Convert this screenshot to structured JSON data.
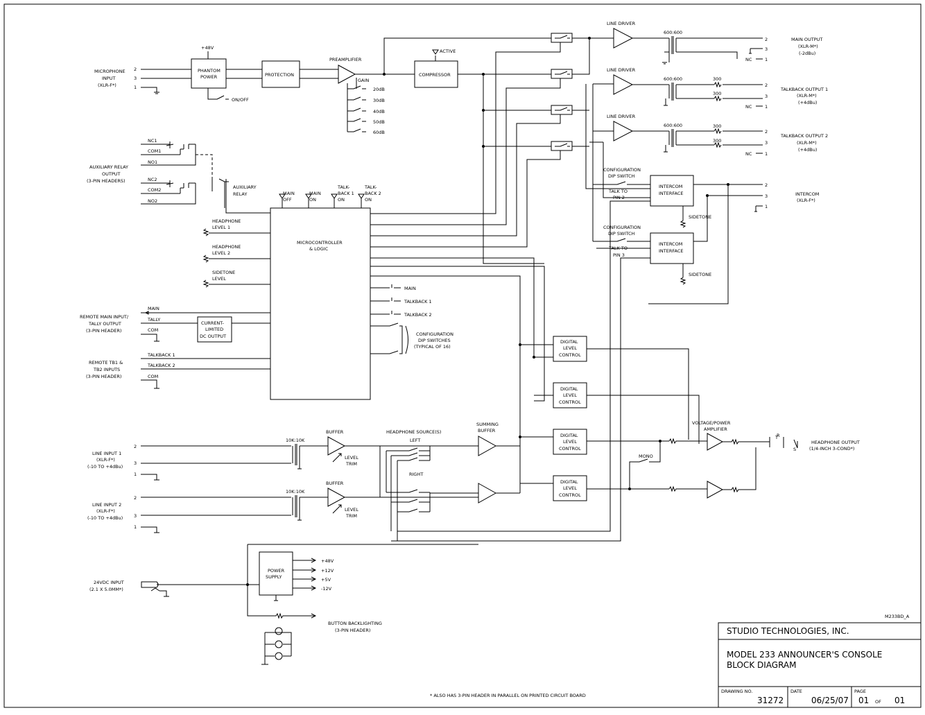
{
  "doc_id": "M233BD_A",
  "footnote": "* ALSO HAS 3-PIN HEADER IN PARALLEL ON PRINTED CIRCUIT BOARD",
  "title_block": {
    "company": "STUDIO TECHNOLOGIES, INC.",
    "title_line1": "MODEL 233 ANNOUNCER'S CONSOLE",
    "title_line2": "BLOCK DIAGRAM",
    "drawing_no_label": "DRAWING NO.",
    "drawing_no": "31272",
    "date_label": "DATE",
    "date": "06/25/07",
    "page_label": "PAGE",
    "page": "01",
    "page_of": "OF",
    "page_total": "01"
  },
  "blocks": {
    "phantom": [
      "PHANTOM",
      "POWER"
    ],
    "protection": "PROTECTION",
    "preamp": "PREAMPLIFIER",
    "compressor": "COMPRESSOR",
    "mcu": [
      "MICROCONTROLLER",
      "& LOGIC"
    ],
    "current_limited": [
      "CURRENT-",
      "LIMITED",
      "DC OUTPUT"
    ],
    "dlc": [
      "DIGITAL",
      "LEVEL",
      "CONTROL"
    ],
    "intercom_if": [
      "INTERCOM",
      "INTERFACE"
    ],
    "power_supply": [
      "POWER",
      "SUPPLY"
    ],
    "line_driver": "LINE DRIVER",
    "transformer_600": "600:600",
    "transformer_10k": "10K:10K",
    "buffer": "BUFFER",
    "summing_buffer": [
      "SUMMING",
      "BUFFER"
    ],
    "voltage_amp": [
      "VOLTAGE/POWER",
      "AMPLIFIER"
    ],
    "level_trim": [
      "LEVEL",
      "TRIM"
    ],
    "aux_relay": [
      "AUXILIARY",
      "RELAY"
    ],
    "sidetone": "SIDETONE",
    "config_dip": [
      "CONFIGURATION",
      "DIP SWITCH"
    ],
    "talk_to_pin2": [
      "TALK TO",
      "PIN 2"
    ],
    "talk_to_pin3": [
      "TALK TO",
      "PIN 3"
    ],
    "mono": "MONO",
    "hp_source": "HEADPHONE SOURCE(S)",
    "left": "LEFT",
    "right": "RIGHT",
    "plus48v": "+48V",
    "on_off": "ON/OFF",
    "active": "ACTIVE",
    "gain": "GAIN",
    "res300": "300"
  },
  "gain_steps": [
    "20dB",
    "30dB",
    "40dB",
    "50dB",
    "60dB"
  ],
  "psu_rails": [
    "+48V",
    "+12V",
    "+5V",
    "-12V"
  ],
  "leds": [
    "MAIN OFF",
    "MAIN ON",
    "TALK- BACK 1 ON",
    "TALK- BACK 2 ON"
  ],
  "inputs": {
    "microphone": [
      "MICROPHONE",
      "INPUT",
      "(XLR-F*)"
    ],
    "aux_relay_output": [
      "AUXILIARY RELAY",
      "OUTPUT",
      "(3-PIN HEADERS)"
    ],
    "relay_pins": [
      "NC1",
      "COM1",
      "NO1",
      "NC2",
      "COM2",
      "NO2"
    ],
    "hp_level1": [
      "HEADPHONE",
      "LEVEL 1"
    ],
    "hp_level2": [
      "HEADPHONE",
      "LEVEL 2"
    ],
    "sidetone_level": [
      "SIDETONE",
      "LEVEL"
    ],
    "remote_main": [
      "REMOTE MAIN INPUT/",
      "TALLY OUTPUT",
      "(3-PIN HEADER)"
    ],
    "remote_main_pins": [
      "MAIN",
      "TALLY",
      "COM"
    ],
    "remote_tb": [
      "REMOTE TB1 &",
      "TB2 INPUTS",
      "(3-PIN HEADER)"
    ],
    "remote_tb_pins": [
      "TALKBACK 1",
      "TALKBACK 2",
      "COM"
    ],
    "line_input1": [
      "LINE INPUT 1",
      "(XLR-F*)",
      "(-10 TO +4dBu)"
    ],
    "line_input2": [
      "LINE INPUT 2",
      "(XLR-F*)",
      "(-10 TO +4dBu)"
    ],
    "dc_input": [
      "24VDC INPUT",
      "(2.1 X 5.0MM*)"
    ],
    "backlighting": [
      "BUTTON BACKLIGHTING",
      "(3-PIN HEADER)"
    ]
  },
  "mcu_switches": [
    "MAIN",
    "TALKBACK 1",
    "TALKBACK 2"
  ],
  "config_dips": [
    "CONFIGURATION",
    "DIP SWITCHES",
    "(TYPICAL OF 16)"
  ],
  "outputs": {
    "main": [
      "MAIN OUTPUT",
      "(XLR-M*)",
      "(-2dBu)"
    ],
    "tb1": [
      "TALKBACK OUTPUT 1",
      "(XLR-M*)",
      "(+4dBu)"
    ],
    "tb2": [
      "TALKBACK OUTPUT 2",
      "(XLR-M*)",
      "(+4dBu)"
    ],
    "intercom": [
      "INTERCOM",
      "(XLR-F*)"
    ],
    "headphone": [
      "HEADPHONE OUTPUT",
      "(1/4-INCH 3-COND*)"
    ]
  },
  "pins": {
    "p1": "1",
    "p2": "2",
    "p3": "3",
    "nc": "NC",
    "t": "T",
    "r": "R",
    "s": "S"
  }
}
